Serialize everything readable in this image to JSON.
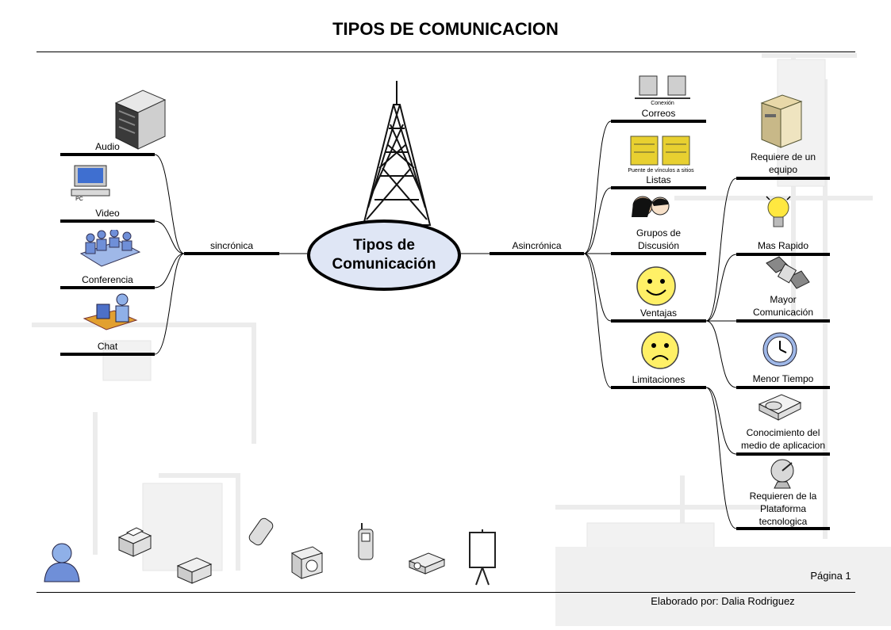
{
  "title": "TIPOS DE COMUNICACION",
  "center": {
    "label": "Tipos de\nComunicación"
  },
  "sync": {
    "label": "sincrónica",
    "items": [
      {
        "label": "Audio"
      },
      {
        "label": "Video",
        "icon_caption": "PC"
      },
      {
        "label": "Conferencia"
      },
      {
        "label": "Chat"
      }
    ]
  },
  "async": {
    "label": "Asincrónica",
    "items": [
      {
        "label": "Correos",
        "icon_caption": "Conexión"
      },
      {
        "label": "Listas",
        "icon_caption": "Puente de vínculos a sitios"
      },
      {
        "label": "Grupos de\nDiscusión"
      },
      {
        "label": "Ventajas"
      },
      {
        "label": "Limitaciones"
      }
    ]
  },
  "details": [
    {
      "label": "Requiere de un\nequipo"
    },
    {
      "label": "Mas Rapido"
    },
    {
      "label": "Mayor\nComunicación"
    },
    {
      "label": "Menor Tiempo"
    },
    {
      "label": "Conocimiento del\nmedio de aplicacion"
    },
    {
      "label": "Requieren de la\nPlataforma\ntecnologica"
    }
  ],
  "footer": {
    "page": "Página 1",
    "author": "Elaborado por: Dalia Rodriguez"
  },
  "colors": {
    "ellipse_fill": "#dfe6f5",
    "lines": "#000000"
  },
  "icons": [
    "server-tower-icon",
    "pc-icon",
    "conference-icon",
    "chat-user-icon",
    "broadcast-tower-icon",
    "servers-connection-icon",
    "bridge-sites-icon",
    "group-people-icon",
    "smiley-happy-icon",
    "smiley-sad-icon",
    "server-computer-icon",
    "light-bulb-icon",
    "satellite-icon",
    "clock-icon",
    "disk-drive-icon",
    "satellite-dish-icon",
    "user-icon",
    "printer-icon",
    "fax-icon",
    "cell-phone-icon",
    "camera-icon",
    "mobile-phone-icon",
    "projector-icon",
    "presentation-board-icon"
  ]
}
